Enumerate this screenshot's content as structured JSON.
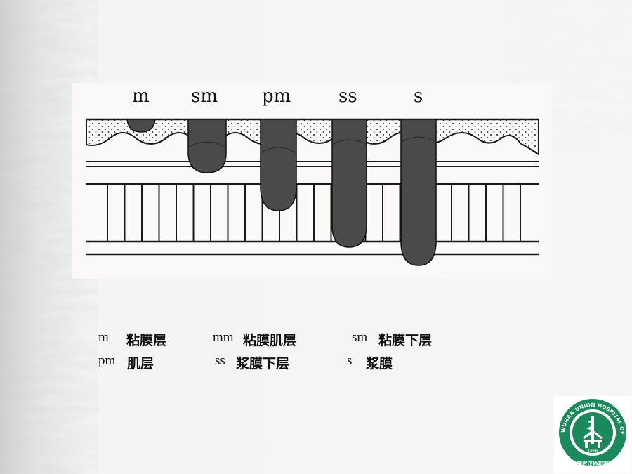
{
  "diagram": {
    "depth_labels": [
      "m",
      "sm",
      "pm",
      "ss",
      "s"
    ]
  },
  "legend": {
    "row1": [
      {
        "abbr": "m",
        "name": "粘膜层"
      },
      {
        "abbr": "mm",
        "name": "粘膜肌层"
      },
      {
        "abbr": "sm",
        "name": "粘膜下层"
      }
    ],
    "row2": [
      {
        "abbr": "pm",
        "name": "肌层"
      },
      {
        "abbr": "ss",
        "name": "浆膜下层"
      },
      {
        "abbr": "s",
        "name": "浆膜"
      }
    ]
  },
  "logo": {
    "ring_text": "WUHAN UNION HOSPITAL OF CHINA",
    "year": "1866",
    "bottom_text": "中国武汉协和医院",
    "color": "#1a8a5a"
  },
  "colors": {
    "tumor": "#4a4a4a",
    "line": "#1a1a1a",
    "figure_bg": "#fbf9f7"
  }
}
